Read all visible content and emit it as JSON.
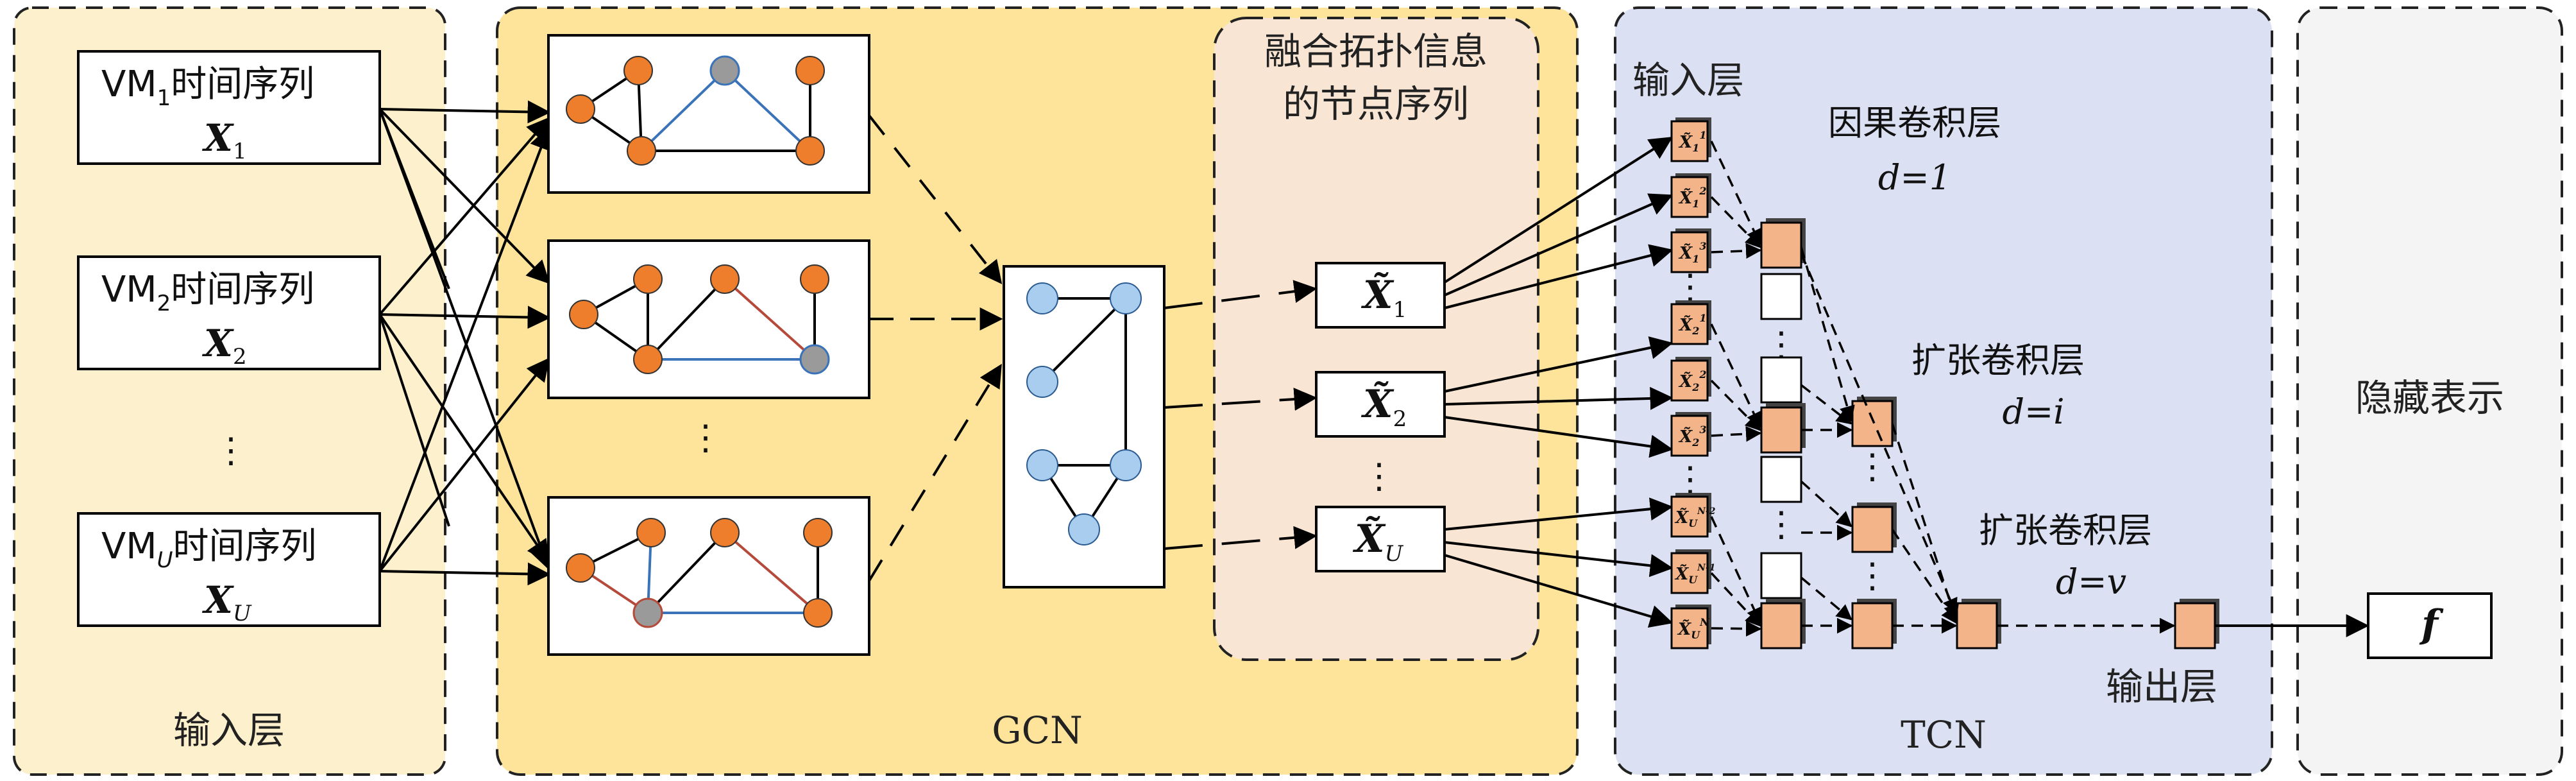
{
  "colors": {
    "input_panel": "#fdf0cc",
    "gcn_panel": "#fde49a",
    "fusion_panel": "#f8e5d4",
    "tcn_panel": "#dbe0f2",
    "hidden_panel": "#f4f4f4",
    "node_orange": "#ee7d2c",
    "node_blue": "#a8cdee",
    "node_gray": "#9a9a9a",
    "edge_blue": "#3a73b8",
    "edge_red": "#b64a3a",
    "tcn_cell": "#f3b489"
  },
  "panels": {
    "input_title": "输入层",
    "gcn_title": "GCN",
    "fusion_title_line1": "融合拓扑信息",
    "fusion_title_line2": "的节点序列",
    "tcn_title": "TCN",
    "hidden_title": "隐藏表示"
  },
  "vm_inputs": [
    {
      "prefix": "VM",
      "sub": "1",
      "suffix": "时间序列",
      "var": "X",
      "var_sub": "1"
    },
    {
      "prefix": "VM",
      "sub": "2",
      "suffix": "时间序列",
      "var": "X",
      "var_sub": "2"
    },
    {
      "prefix": "VM",
      "sub": "U",
      "suffix": "时间序列",
      "var": "X",
      "var_sub": "U"
    }
  ],
  "vertical_dots": "⋮",
  "fused_nodes": [
    {
      "var": "X̃",
      "sub": "1"
    },
    {
      "var": "X̃",
      "sub": "2"
    },
    {
      "var": "X̃",
      "sub": "U"
    }
  ],
  "tcn": {
    "input_layer": "输入层",
    "causal_layer": "因果卷积层",
    "causal_d": "d=1",
    "dilated_layer_1": "扩张卷积层",
    "dilated_d_1": "d=i",
    "dilated_layer_2": "扩张卷积层",
    "dilated_d_2": "d=v",
    "output_layer": "输出层",
    "input_cells": [
      {
        "sub": "1",
        "sup": "1"
      },
      {
        "sub": "1",
        "sup": "2"
      },
      {
        "sub": "1",
        "sup": "3"
      },
      {
        "sub": "2",
        "sup": "1"
      },
      {
        "sub": "2",
        "sup": "2"
      },
      {
        "sub": "2",
        "sup": "3"
      },
      {
        "sub": "U",
        "sup": "N-2"
      },
      {
        "sub": "U",
        "sup": "N-1"
      },
      {
        "sub": "U",
        "sup": "N"
      }
    ]
  },
  "output_symbol": "f"
}
